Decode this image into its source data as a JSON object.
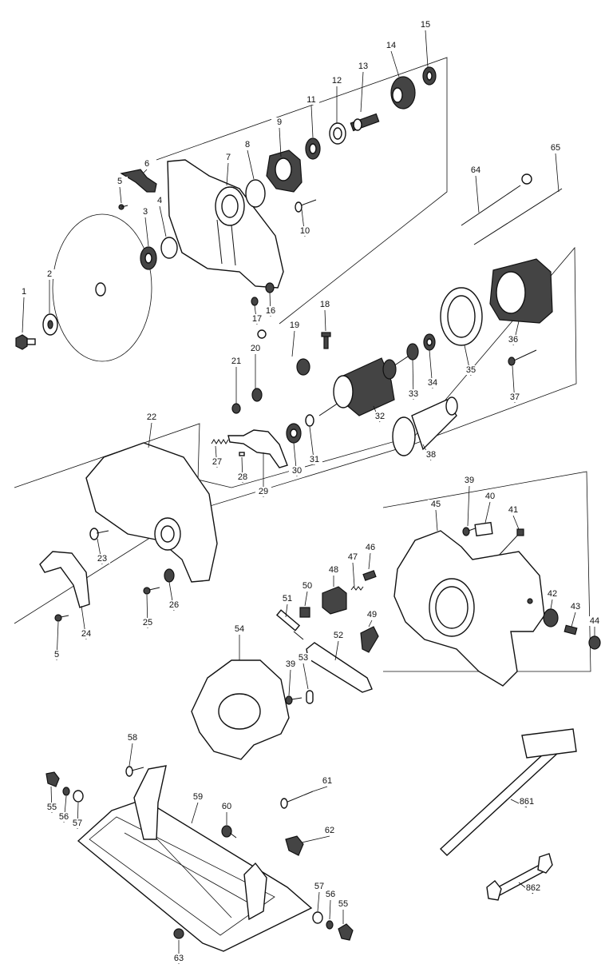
{
  "parts": [
    {
      "id": "p1",
      "label": "1"
    },
    {
      "id": "p2",
      "label": "2"
    },
    {
      "id": "p3",
      "label": "3"
    },
    {
      "id": "p4",
      "label": "4"
    },
    {
      "id": "p5a",
      "label": "5"
    },
    {
      "id": "p5b",
      "label": "5"
    },
    {
      "id": "p6",
      "label": "6"
    },
    {
      "id": "p7",
      "label": "7"
    },
    {
      "id": "p8",
      "label": "8"
    },
    {
      "id": "p9",
      "label": "9"
    },
    {
      "id": "p10",
      "label": "10"
    },
    {
      "id": "p11",
      "label": "11"
    },
    {
      "id": "p12",
      "label": "12"
    },
    {
      "id": "p13",
      "label": "13"
    },
    {
      "id": "p14",
      "label": "14"
    },
    {
      "id": "p15",
      "label": "15"
    },
    {
      "id": "p16",
      "label": "16"
    },
    {
      "id": "p17",
      "label": "17"
    },
    {
      "id": "p18",
      "label": "18"
    },
    {
      "id": "p19",
      "label": "19"
    },
    {
      "id": "p20",
      "label": "20"
    },
    {
      "id": "p21",
      "label": "21"
    },
    {
      "id": "p22",
      "label": "22"
    },
    {
      "id": "p23",
      "label": "23"
    },
    {
      "id": "p24",
      "label": "24"
    },
    {
      "id": "p25",
      "label": "25"
    },
    {
      "id": "p26",
      "label": "26"
    },
    {
      "id": "p27",
      "label": "27"
    },
    {
      "id": "p28",
      "label": "28"
    },
    {
      "id": "p29",
      "label": "29"
    },
    {
      "id": "p30",
      "label": "30"
    },
    {
      "id": "p31",
      "label": "31"
    },
    {
      "id": "p32",
      "label": "32"
    },
    {
      "id": "p33",
      "label": "33"
    },
    {
      "id": "p34",
      "label": "34"
    },
    {
      "id": "p35",
      "label": "35"
    },
    {
      "id": "p36",
      "label": "36"
    },
    {
      "id": "p37",
      "label": "37"
    },
    {
      "id": "p38",
      "label": "38"
    },
    {
      "id": "p39a",
      "label": "39"
    },
    {
      "id": "p39b",
      "label": "39"
    },
    {
      "id": "p40",
      "label": "40"
    },
    {
      "id": "p41",
      "label": "41"
    },
    {
      "id": "p42",
      "label": "42"
    },
    {
      "id": "p43",
      "label": "43"
    },
    {
      "id": "p44",
      "label": "44"
    },
    {
      "id": "p45",
      "label": "45"
    },
    {
      "id": "p46",
      "label": "46"
    },
    {
      "id": "p47",
      "label": "47"
    },
    {
      "id": "p48",
      "label": "48"
    },
    {
      "id": "p49",
      "label": "49"
    },
    {
      "id": "p50",
      "label": "50"
    },
    {
      "id": "p51",
      "label": "51"
    },
    {
      "id": "p52",
      "label": "52"
    },
    {
      "id": "p53",
      "label": "53"
    },
    {
      "id": "p54",
      "label": "54"
    },
    {
      "id": "p55a",
      "label": "55"
    },
    {
      "id": "p55b",
      "label": "55"
    },
    {
      "id": "p56a",
      "label": "56"
    },
    {
      "id": "p56b",
      "label": "56"
    },
    {
      "id": "p57a",
      "label": "57"
    },
    {
      "id": "p57b",
      "label": "57"
    },
    {
      "id": "p58",
      "label": "58"
    },
    {
      "id": "p59",
      "label": "59"
    },
    {
      "id": "p60",
      "label": "60"
    },
    {
      "id": "p61",
      "label": "61"
    },
    {
      "id": "p62",
      "label": "62"
    },
    {
      "id": "p63",
      "label": "63"
    },
    {
      "id": "p64",
      "label": "64"
    },
    {
      "id": "p65",
      "label": "65"
    },
    {
      "id": "p861",
      "label": "861"
    },
    {
      "id": "p862",
      "label": "862"
    }
  ]
}
